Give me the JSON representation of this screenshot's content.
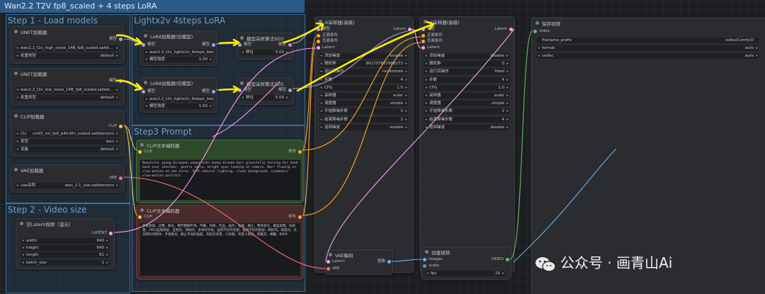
{
  "window_title": "Wan2.2 T2V fp8_scaled + 4 steps LoRA",
  "groups": {
    "g1": "Step 1 - Load models",
    "g_lora": "Lightx2v 4steps LoRA",
    "g3": "Step3 Prompt",
    "g2": "Step 2 - Video size"
  },
  "unet1": {
    "title": "UNET加载器",
    "out": "模型",
    "file": "wan2.2_t2v_high_noise_14B_fp8_scaled.safet...",
    "w_label": "权重类型",
    "w_value": "default"
  },
  "unet2": {
    "title": "UNET加载器",
    "out": "模型",
    "file": "wan2.2_t2v_low_noise_14B_fp8_scaled.safete...",
    "w_label": "权重类型",
    "w_value": "default"
  },
  "clip_loader": {
    "title": "CLIP加载器",
    "out": "CLIP",
    "f_label": "CLI",
    "f_value": "umt5_xxl_fp8_e4m3fn_scaled.safetensors",
    "t_label": "类型",
    "t_value": "wan",
    "d_label": "设备",
    "d_value": "default"
  },
  "vae_loader": {
    "title": "VAE加载器",
    "out": "VAE",
    "label": "vae名称",
    "value": "wan_2.1_vae.safetensors"
  },
  "lora1": {
    "title": "LoRA加载器(仅模型)",
    "in": "模型",
    "out": "模型",
    "file": "wan2.2_t2v_lightx2v_4steps_lora_...",
    "s_label": "模型强度",
    "s_value": "1.00"
  },
  "lora2": {
    "title": "LoRA加载器(仅模型)",
    "in": "模型",
    "out": "模型",
    "file": "wan2.2_t2v_lightx2v_4steps_lora_...",
    "s_label": "模型强度",
    "s_value": "1.00"
  },
  "sd3_1": {
    "title": "模型采样算法SD3",
    "in": "模型",
    "out": "模型",
    "label": "移位",
    "value": "5.00"
  },
  "sd3_2": {
    "title": "模型采样算法SD3",
    "in": "模型",
    "out": "模型",
    "label": "移位",
    "value": "5.00"
  },
  "clip_enc1": {
    "title": "CLIP文本编码器",
    "in": "CLIP",
    "out": "条件",
    "text": "Beautiful young European woman with honey blonde hair gracefully turning her head back over shoulder, gentle smile, bright eyes looking at camera. Hair flowing in slow motion as she turns. Soft natural lighting, clean background, cinematic slow-motion portrait."
  },
  "clip_enc2": {
    "title": "CLIP文本编码器",
    "in": "CLIP",
    "out": "条件",
    "text": "色调艳丽，过曝，静态，细节模糊不清，字幕，风格，作品，画作，画面，静止，整体发灰，最差质量，低质量，JPEG压缩残留，丑陋的，残缺的，多余的手指，画得不好的手部，画得不好的脸部，畸形的，毁容的，形态畸形的肢体，手指融合，静止不动的画面，杂乱的背景，三条腿，背景人很多，倒着走，裸露，NSFW"
  },
  "latent": {
    "title": "空Latent视频（混元）",
    "out": "LATENT",
    "width_l": "width",
    "width_v": "640",
    "height_l": "height",
    "height_v": "640",
    "length_l": "length",
    "length_v": "81",
    "batch_l": "batch_size",
    "batch_v": "1"
  },
  "ks1": {
    "title": "K采样器(高级)",
    "out": "Latent",
    "inputs": [
      "模型",
      "正面条件",
      "负面条件",
      "Latent"
    ],
    "rows": [
      {
        "l": "添加噪波",
        "v": "enable"
      },
      {
        "l": "随机种",
        "v": "801757637988273"
      },
      {
        "l": "运行后操作",
        "v": "randomize"
      },
      {
        "l": "步数",
        "v": "4"
      },
      {
        "l": "CFG",
        "v": "1.0"
      },
      {
        "l": "采样器",
        "v": "euler"
      },
      {
        "l": "调度器",
        "v": "simple"
      },
      {
        "l": "开始降噪步数",
        "v": "0"
      },
      {
        "l": "结束降噪步数",
        "v": "2"
      },
      {
        "l": "返回噪波",
        "v": "enable"
      }
    ]
  },
  "ks2": {
    "title": "K采样器(高级)",
    "out": "Latent",
    "inputs": [
      "模型",
      "正面条件",
      "负面条件",
      "Latent"
    ],
    "rows": [
      {
        "l": "添加噪波",
        "v": "disable"
      },
      {
        "l": "随机种",
        "v": "0"
      },
      {
        "l": "运行后操作",
        "v": "fixed"
      },
      {
        "l": "步数",
        "v": "4"
      },
      {
        "l": "CFG",
        "v": "1.0"
      },
      {
        "l": "采样器",
        "v": "euler"
      },
      {
        "l": "调度器",
        "v": "simple"
      },
      {
        "l": "开始降噪步数",
        "v": "2"
      },
      {
        "l": "结束降噪步数",
        "v": "4"
      },
      {
        "l": "返回噪波",
        "v": "disable"
      }
    ]
  },
  "save": {
    "title": "保存视频",
    "in": "video",
    "prefix_l": "filename_prefix",
    "prefix_v": "video/ComfyUI",
    "format_l": "format",
    "format_v": "auto",
    "codec_l": "codec",
    "codec_v": "auto"
  },
  "vae_decode": {
    "title": "VAE解码",
    "in1": "Latent",
    "in2": "VAE",
    "out": "图像"
  },
  "create_video": {
    "title": "创建视频",
    "in1": "images",
    "in2": "audio",
    "out": "VIDEO",
    "fps_l": "fps",
    "fps_v": "16"
  },
  "watermark": "公众号 · 画青山Ai",
  "colors": {
    "model": "#b39ddb",
    "clip": "#f5c542",
    "cond": "#ffa931",
    "latent": "#ff9cf9",
    "vae": "#ff6e6e",
    "image": "#64b5f6",
    "video": "#66bb6a",
    "arrow": "#ffee00",
    "group": "#3f6f99"
  }
}
